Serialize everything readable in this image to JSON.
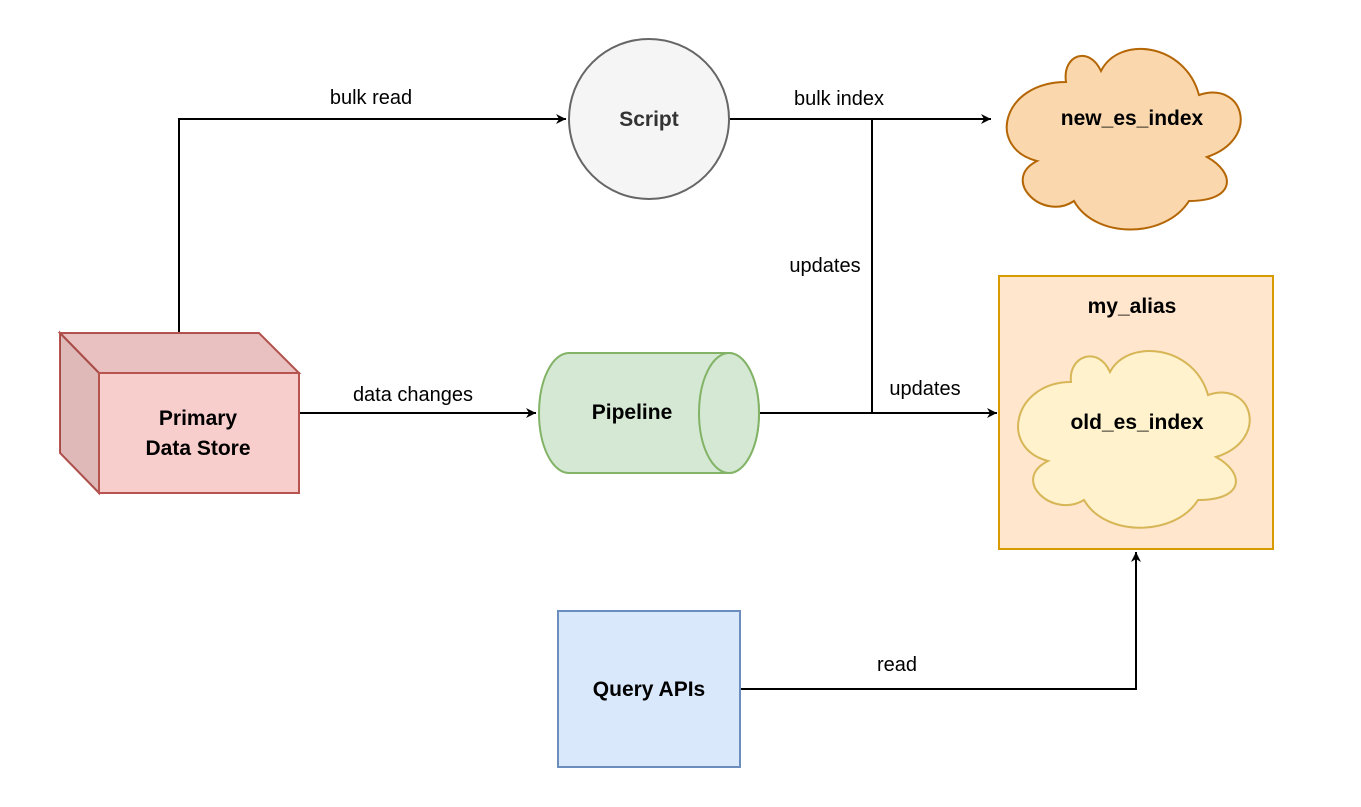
{
  "nodes": {
    "primary_data_store": {
      "line1": "Primary",
      "line2": "Data Store",
      "fill": "#f8cecc",
      "stroke": "#b85450"
    },
    "script": {
      "label": "Script",
      "fill": "#f5f5f5",
      "stroke": "#666666"
    },
    "pipeline": {
      "label": "Pipeline",
      "fill": "#d5e8d4",
      "stroke": "#82b366"
    },
    "new_es_index": {
      "label": "new_es_index",
      "fill": "#fad7ac",
      "stroke": "#b46504"
    },
    "my_alias": {
      "label": "my_alias",
      "fill": "#ffe6cc",
      "stroke": "#d79b00"
    },
    "old_es_index": {
      "label": "old_es_index",
      "fill": "#fff2cc",
      "stroke": "#d6b656"
    },
    "query_apis": {
      "label": "Query APIs",
      "fill": "#dae8fc",
      "stroke": "#6c8ebf"
    }
  },
  "edges": {
    "bulk_read": "bulk read",
    "bulk_index": "bulk index",
    "updates_vertical": "updates",
    "data_changes": "data changes",
    "updates_horizontal": "updates",
    "read": "read"
  }
}
